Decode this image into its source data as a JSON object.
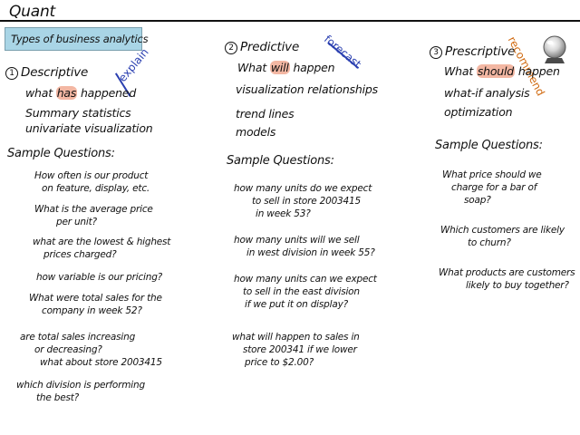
{
  "colors": {
    "highlight": "#f3b7a3",
    "tag_blue": "#2a3fb0",
    "tag_orange": "#d06a10",
    "box_fill": "#a9d5e6"
  },
  "title": "Quant",
  "subtitle": "Types of business analytics",
  "descriptive": {
    "number": "1",
    "heading": "Descriptive",
    "tag": "explain",
    "items": [
      {
        "before": "what ",
        "highlight": "has",
        "after": " happened"
      },
      {
        "before": "Summary statistics",
        "highlight": "",
        "after": ""
      },
      {
        "before": "univariate visualization",
        "highlight": "",
        "after": ""
      }
    ],
    "sample_label": "Sample Questions:",
    "questions": [
      [
        "How often is our product",
        "on feature, display, etc."
      ],
      [
        "What is the average price",
        "per unit?"
      ],
      [
        "what are the lowest & highest",
        "prices charged?"
      ],
      [
        "how variable is our pricing?"
      ],
      [
        "What were total sales for the",
        "company in week 52?"
      ],
      [
        "are total sales increasing",
        "or decreasing?",
        "what about store 2003415"
      ],
      [
        "which division is performing",
        "the best?"
      ]
    ]
  },
  "predictive": {
    "number": "2",
    "heading": "Predictive",
    "tag": "forecast",
    "items": [
      {
        "before": "What ",
        "highlight": "will",
        "after": " happen"
      },
      {
        "before": "visualization relationships",
        "highlight": "",
        "after": ""
      },
      {
        "before": "trend lines",
        "highlight": "",
        "after": ""
      },
      {
        "before": "models",
        "highlight": "",
        "after": ""
      }
    ],
    "sample_label": "Sample Questions:",
    "questions": [
      [
        "how many units do we expect",
        "to sell in store 2003415",
        "in week 53?"
      ],
      [
        "how many units will we sell",
        "in west division in week 55?"
      ],
      [
        "how many units can we expect",
        "to sell in the east division",
        "if we put it on display?"
      ],
      [
        "what will happen to sales in",
        "store 200341 if we lower",
        "price to $2.00?"
      ]
    ]
  },
  "prescriptive": {
    "number": "3",
    "heading": "Prescriptive",
    "tag": "recommend",
    "items": [
      {
        "before": "What ",
        "highlight": "should",
        "after": " happen"
      },
      {
        "before": "what-if analysis",
        "highlight": "",
        "after": ""
      },
      {
        "before": "optimization",
        "highlight": "",
        "after": ""
      }
    ],
    "sample_label": "Sample Questions:",
    "questions": [
      [
        "What price should we",
        "charge for a bar of",
        "soap?"
      ],
      [
        "Which customers are likely",
        "to churn?"
      ],
      [
        "What products are customers",
        "likely to buy together?"
      ]
    ]
  }
}
